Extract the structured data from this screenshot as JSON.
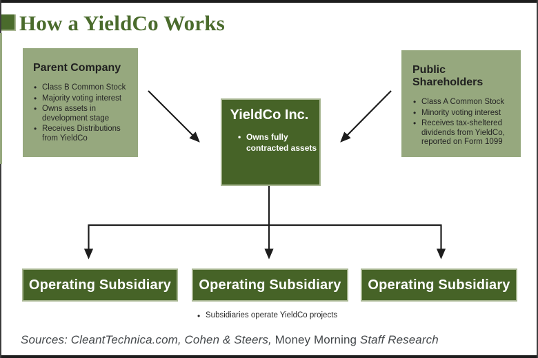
{
  "title": "How a YieldCo Works",
  "colors": {
    "dark_green": "#466327",
    "sage_green": "#96a87e",
    "title_green": "#4a6b2c",
    "box_border": "#a9b793",
    "line_black": "#1d1d1d",
    "text_ink": "#262626",
    "sources_gray": "#44484b"
  },
  "parent_box": {
    "heading": "Parent Company",
    "bullets": [
      "Class B Common Stock",
      "Majority voting interest",
      "Owns assets in development stage",
      "Receives Distributions from YieldCo"
    ]
  },
  "shareholders_box": {
    "heading": "Public Shareholders",
    "bullets": [
      "Class A Common Stock",
      "Minority voting interest",
      "Receives tax-sheltered dividends from YieldCo, reported on Form 1099"
    ]
  },
  "yieldco_box": {
    "heading": "YieldCo Inc.",
    "bullets": [
      "Owns fully contracted assets"
    ]
  },
  "subsidiaries": [
    "Operating Subsidiary",
    "Operating Subsidiary",
    "Operating Subsidiary"
  ],
  "subsidiary_note": "Subsidiaries operate YieldCo projects",
  "sources": {
    "prefix_italic": "Sources:  CleantTechnica.com, Cohen & Steers, ",
    "brand_upright": "Money Morning ",
    "suffix_italic": "Staff Research"
  }
}
